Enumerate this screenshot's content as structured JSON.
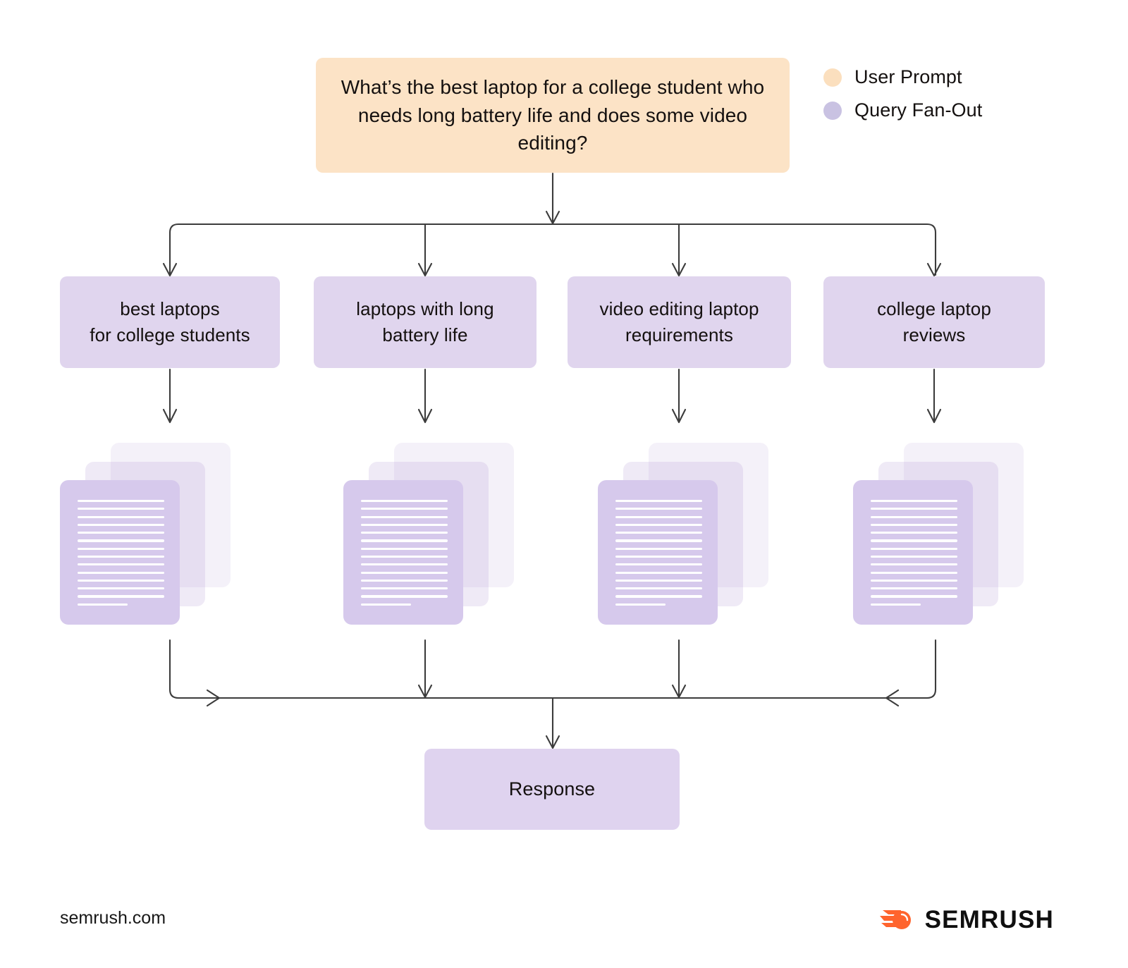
{
  "prompt": {
    "text": "What’s the best laptop for a college student who needs long battery life and does some video editing?",
    "color": "#FCE3C6"
  },
  "legend": {
    "items": [
      {
        "label": "User Prompt",
        "color": "#FBDFBE",
        "icon": "circle-icon"
      },
      {
        "label": "Query Fan-Out",
        "color": "#C9C2E2",
        "icon": "circle-icon"
      }
    ]
  },
  "fan_out": {
    "color": "#E0D5EE",
    "queries": [
      {
        "label": "best laptops\nfor college students"
      },
      {
        "label": "laptops with long\nbattery life"
      },
      {
        "label": "video editing laptop\nrequirements"
      },
      {
        "label": "college laptop\nreviews"
      }
    ]
  },
  "documents": {
    "stack_count": 4,
    "cards_per_stack": 3,
    "lines_per_card": 14,
    "front_color": "#D6C9EC",
    "line_color": "#FFFFFF"
  },
  "response": {
    "label": "Response",
    "color": "#DFD3EF"
  },
  "footer": {
    "url": "semrush.com",
    "brand": "SEMRUSH",
    "brand_accent": "#FF642D"
  },
  "connectors": {
    "stroke": "#3c3c3c"
  }
}
